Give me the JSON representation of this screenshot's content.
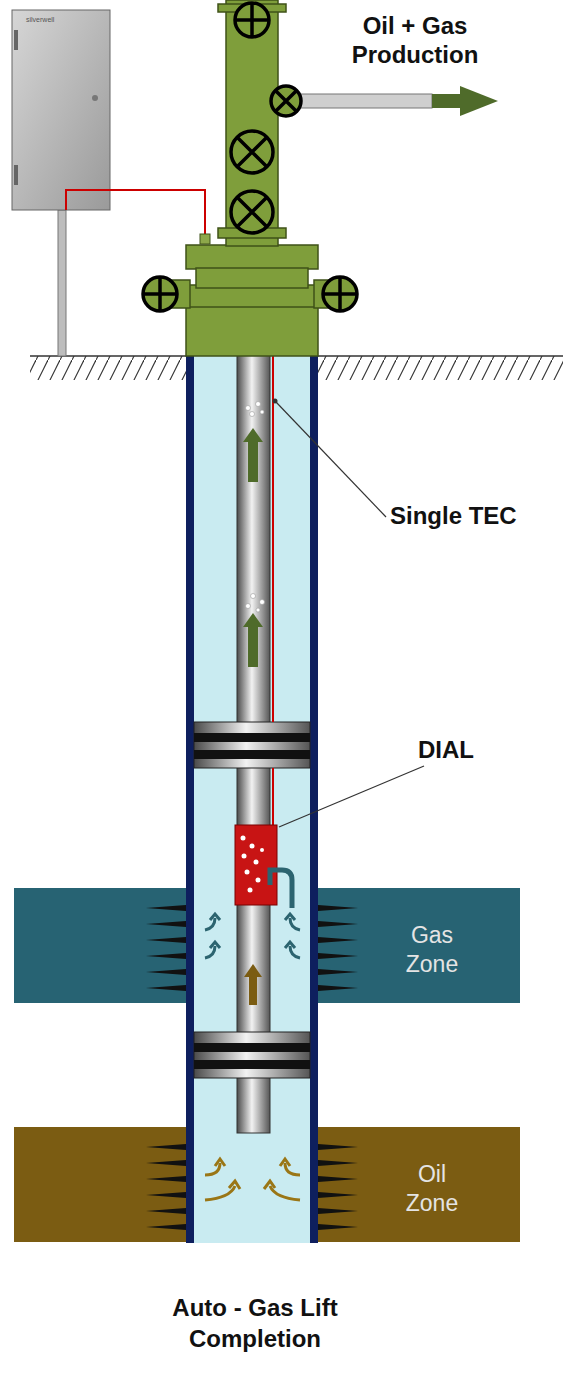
{
  "diagram": {
    "caption": "Auto - Gas Lift Completion",
    "nodes": [
      {
        "text": [
          "Gas Zone"
        ]
      },
      {
        "text": [
          "Oil Zone"
        ]
      }
    ],
    "labels": [
      "Oil + Gas Production",
      "Single TEC",
      "DIAL",
      "silverwell"
    ]
  }
}
